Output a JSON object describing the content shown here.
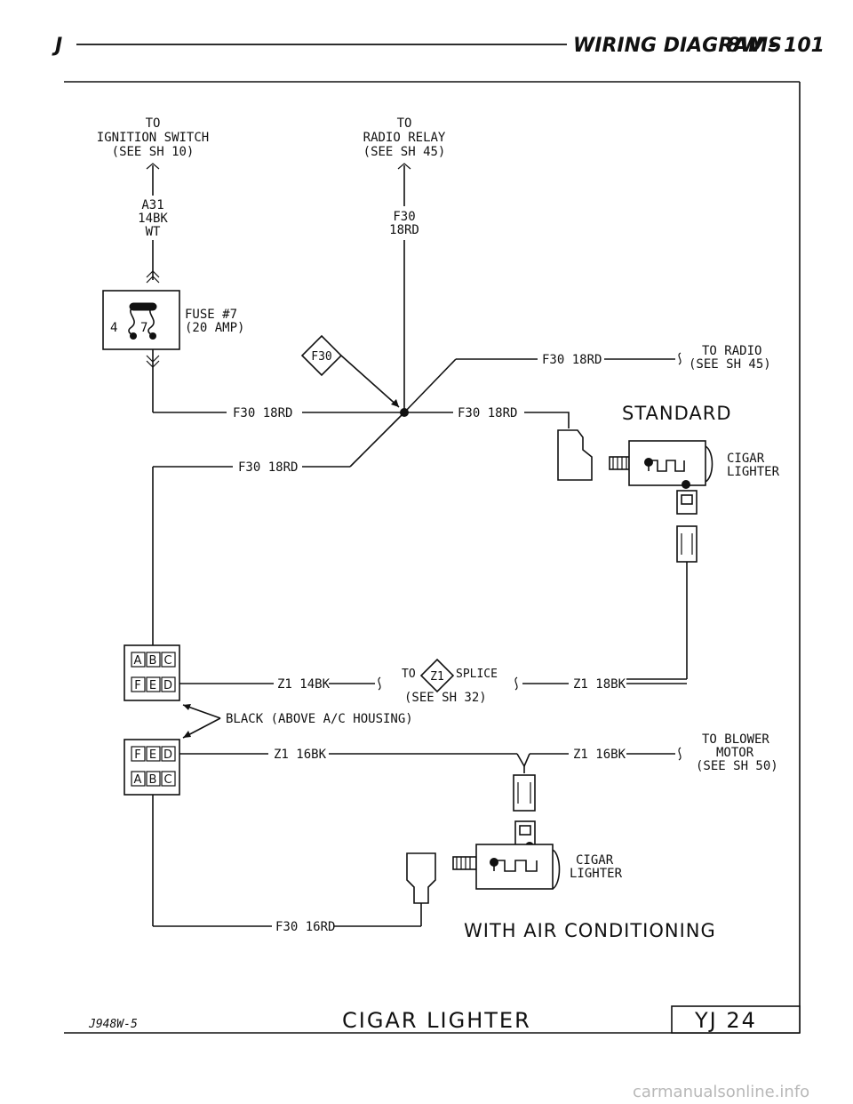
{
  "header": {
    "left": "J",
    "title": "WIRING DIAGRAMS",
    "page": "8W - 101"
  },
  "ignition": {
    "line1": "TO",
    "line2": "IGNITION SWITCH",
    "line3": "(SEE SH 10)"
  },
  "radio_relay": {
    "line1": "TO",
    "line2": "RADIO RELAY",
    "line3": "(SEE SH 45)"
  },
  "wire_a31": {
    "line1": "A31",
    "line2": "14BK",
    "line3": "WT"
  },
  "wire_f30_top": {
    "line1": "F30",
    "line2": "18RD"
  },
  "fuse": {
    "line1": "FUSE #7",
    "line2": "(20 AMP)",
    "pin_left": "4",
    "pin_right": "7"
  },
  "splice_f30": "F30",
  "to_radio": {
    "wire": "F30 18RD",
    "line1": "TO RADIO",
    "line2": "(SEE SH 45)"
  },
  "wire_left": "F30 18RD",
  "wire_right": "F30 18RD",
  "wire_lower": "F30 18RD",
  "standard": "STANDARD",
  "cigar_lighter_top": {
    "line1": "CIGAR",
    "line2": "LIGHTER"
  },
  "conn_top": {
    "row1": [
      "A",
      "B",
      "C"
    ],
    "row2": [
      "F",
      "E",
      "D"
    ]
  },
  "conn_bottom": {
    "row1": [
      "F",
      "E",
      "D"
    ],
    "row2": [
      "A",
      "B",
      "C"
    ]
  },
  "z1_splice": {
    "left": "Z1 14BK",
    "to": "TO",
    "splice": "Z1",
    "splice_label": "SPLICE",
    "see": "(SEE SH 32)",
    "right": "Z1 18BK"
  },
  "black_note": "BLACK (ABOVE A/C HOUSING)",
  "z1_16": {
    "left": "Z1 16BK",
    "right": "Z1 16BK"
  },
  "blower": {
    "line1": "TO BLOWER",
    "line2": "MOTOR",
    "line3": "(SEE SH 50)"
  },
  "cigar_lighter_bottom": {
    "line1": "CIGAR",
    "line2": "LIGHTER"
  },
  "wire_f30_16": "F30 16RD",
  "with_ac": "WITH AIR CONDITIONING",
  "footer": {
    "code": "J948W-5",
    "title": "CIGAR LIGHTER",
    "badge": "YJ 24"
  },
  "watermark": "carmanualsonline.info"
}
